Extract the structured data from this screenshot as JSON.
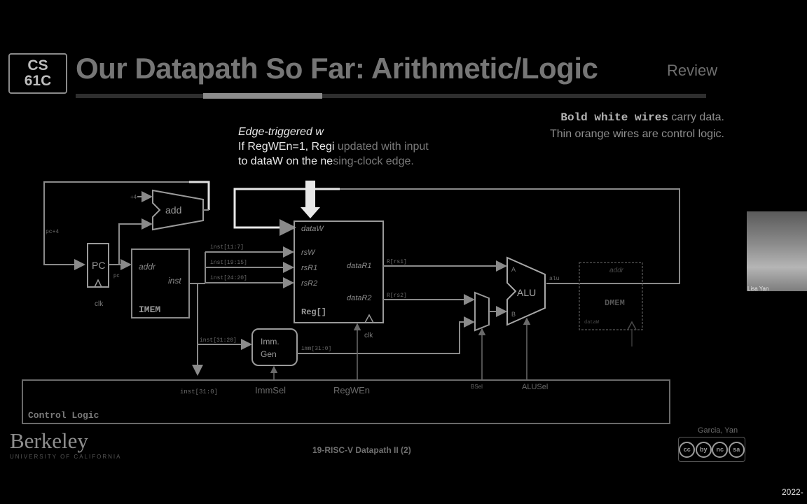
{
  "slide": {
    "logo_top": "CS",
    "logo_bottom": "61C",
    "title": "Our Datapath So Far: Arithmetic/Logic",
    "tag": "Review",
    "legend_line1_bold": "Bold white wires",
    "legend_line1_rest": " carry data.",
    "legend_line2": "Thin orange wires are control logic.",
    "callout_line1": "Edge-triggered w",
    "callout_line2_a": "If RegWEn=1, Regi",
    "callout_line2_b": " updated with input",
    "callout_line3_a": "to dataW on the ne",
    "callout_line3_b": "sing-clock edge.",
    "berkeley": "Berkeley",
    "berkeley_sub": "UNIVERSITY OF CALIFORNIA",
    "footer": "19-RISC-V Datapath II (2)",
    "authors": "Garcia, Yan",
    "cc_icons": [
      "cc",
      "by",
      "nc",
      "sa"
    ]
  },
  "diagram": {
    "pc_plus4": "pc+4",
    "plus4": "+4",
    "add": "add",
    "pc": "PC",
    "pc_out": "pc",
    "clk": "clk",
    "imem_addr": "addr",
    "imem_inst": "inst",
    "imem": "IMEM",
    "inst_11_7": "inst[11:7]",
    "inst_19_15": "inst[19:15]",
    "inst_24_20": "inst[24:20]",
    "inst_31_20": "inst[31:20]",
    "inst_31_0": "inst[31:0]",
    "reg_dataW": "dataW",
    "reg_rsW": "rsW",
    "reg_rsR1": "rsR1",
    "reg_rsR2": "rsR2",
    "reg_dataR1": "dataR1",
    "reg_dataR2": "dataR2",
    "reg": "Reg[]",
    "r_rs1": "R[rs1]",
    "r_rs2": "R[rs2]",
    "imm_gen_1": "Imm.",
    "imm_gen_2": "Gen",
    "imm_31_0": "imm[31:0]",
    "alu": "ALU",
    "alu_a": "A",
    "alu_b": "B",
    "alu_out": "alu",
    "dmem_addr": "addr",
    "dmem": "DMEM",
    "dmem_dataw": "dataW",
    "control_logic": "Control Logic",
    "imm_sel": "ImmSel",
    "reg_wen": "RegWEn",
    "bsel": "BSel",
    "alu_sel": "ALUSel"
  },
  "overlay": {
    "webcam_name": "Lisa Yan",
    "timestamp": "2022-"
  },
  "colors": {
    "data_wire": "#9a9a9a",
    "highlight_wire": "#e8e8e8",
    "control_wire": "#6a6a6a",
    "background": "#000000"
  }
}
